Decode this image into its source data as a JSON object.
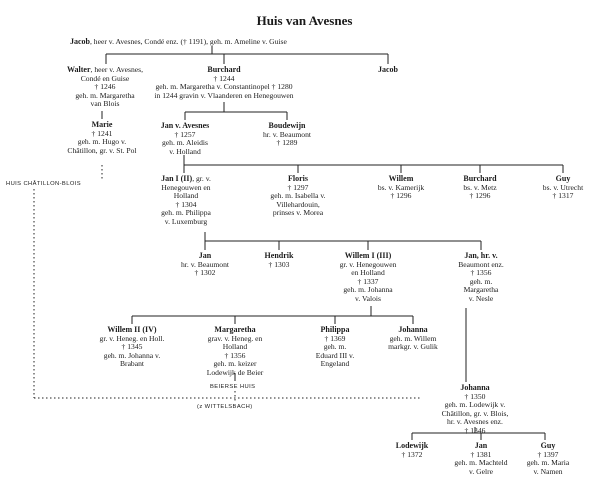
{
  "title": "Huis van Avesnes",
  "people": {
    "jacob_root": {
      "name": "Jacob",
      "lines": [
        "heer v. Avesnes, Condé enz. († 1191), geh. m. Ameline v. Guise"
      ]
    },
    "walter": {
      "name": "Walter",
      "lines": [
        "heer v. Avesnes,",
        "Condé en Guise",
        "† 1246",
        "geh. m. Margaretha",
        "van Blois"
      ]
    },
    "burchard_1244": {
      "name": "Burchard",
      "lines": [
        "† 1244",
        "geh. m. Margaretha v. Constantinopel † 1280",
        "in 1244 gravin v. Vlaanderen en Henegouwen"
      ]
    },
    "jacob_2": {
      "name": "Jacob",
      "lines": []
    },
    "marie": {
      "name": "Marie",
      "lines": [
        "† 1241",
        "geh. m. Hugo v.",
        "Châtillon, gr. v. St. Pol"
      ]
    },
    "jan_avesnes": {
      "name": "Jan v. Avesnes",
      "lines": [
        "† 1257",
        "geh. m. Aleidis",
        "v. Holland"
      ]
    },
    "boudewijn": {
      "name": "Boudewijn",
      "lines": [
        "hr. v. Beaumont",
        "† 1289"
      ]
    },
    "jan_1": {
      "name": "Jan I (II)",
      "lines": [
        "gr. v.",
        "Henegouwen en",
        "Holland",
        "† 1304",
        "geh. m. Philippa",
        "v. Luxemburg"
      ]
    },
    "floris": {
      "name": "Floris",
      "lines": [
        "† 1297",
        "geh. m. Isabella v.",
        "Villehardouin,",
        "prinses v. Morea"
      ]
    },
    "willem_kamerijk": {
      "name": "Willem",
      "lines": [
        "bs. v. Kamerijk",
        "† 1296"
      ]
    },
    "burchard_metz": {
      "name": "Burchard",
      "lines": [
        "bs. v. Metz",
        "† 1296"
      ]
    },
    "guy_utrecht": {
      "name": "Guy",
      "lines": [
        "bs. v. Utrecht",
        "† 1317"
      ]
    },
    "jan_beaumont": {
      "name": "Jan",
      "lines": [
        "hr. v. Beaumont",
        "† 1302"
      ]
    },
    "hendrik": {
      "name": "Hendrik",
      "lines": [
        "† 1303"
      ]
    },
    "willem_1": {
      "name": "Willem I (III)",
      "lines": [
        "gr. v. Henegouwen",
        "en Holland",
        "† 1337",
        "geh. m. Johanna",
        "v. Valois"
      ]
    },
    "jan_hr_beaumont": {
      "name": "Jan, hr. v.",
      "lines": [
        "Beaumont enz.",
        "† 1356",
        "geh. m.",
        "Margaretha",
        "v. Nesle"
      ]
    },
    "willem_2": {
      "name": "Willem II (IV)",
      "lines": [
        "gr. v. Heneg. en Holl.",
        "† 1345",
        "geh. m. Johanna v.",
        "Brabant"
      ]
    },
    "margaretha": {
      "name": "Margaretha",
      "lines": [
        "grav. v. Heneg. en",
        "Holland",
        "† 1356",
        "geh. m. keizer",
        "Lodewijk de Beier"
      ]
    },
    "philippa": {
      "name": "Philippa",
      "lines": [
        "† 1369",
        "geh. m.",
        "Eduard III v.",
        "Engeland"
      ]
    },
    "johanna_gulik": {
      "name": "Johanna",
      "lines": [
        "geh. m. Willem",
        "markgr. v. Gulik"
      ]
    },
    "johanna_1350": {
      "name": "Johanna",
      "lines": [
        "† 1350",
        "geh. m. Lodewijk v.",
        "Châtillon, gr. v. Blois,",
        "hr. v. Avesnes enz.",
        "† 1346"
      ]
    },
    "lodewijk": {
      "name": "Lodewijk",
      "lines": [
        "† 1372"
      ]
    },
    "jan_gelre": {
      "name": "Jan",
      "lines": [
        "† 1381",
        "geh. m. Machteld",
        "v. Gelre"
      ]
    },
    "guy_namen": {
      "name": "Guy",
      "lines": [
        "† 1397",
        "geh. m. Maria",
        "v. Namen"
      ]
    }
  },
  "labels": {
    "huis_chatillon": "HUIS CHÂTILLON-BLOIS",
    "beierse_huis": "BEIERSE HUIS",
    "wittelsbach": "(z WITTELSBACH)"
  }
}
